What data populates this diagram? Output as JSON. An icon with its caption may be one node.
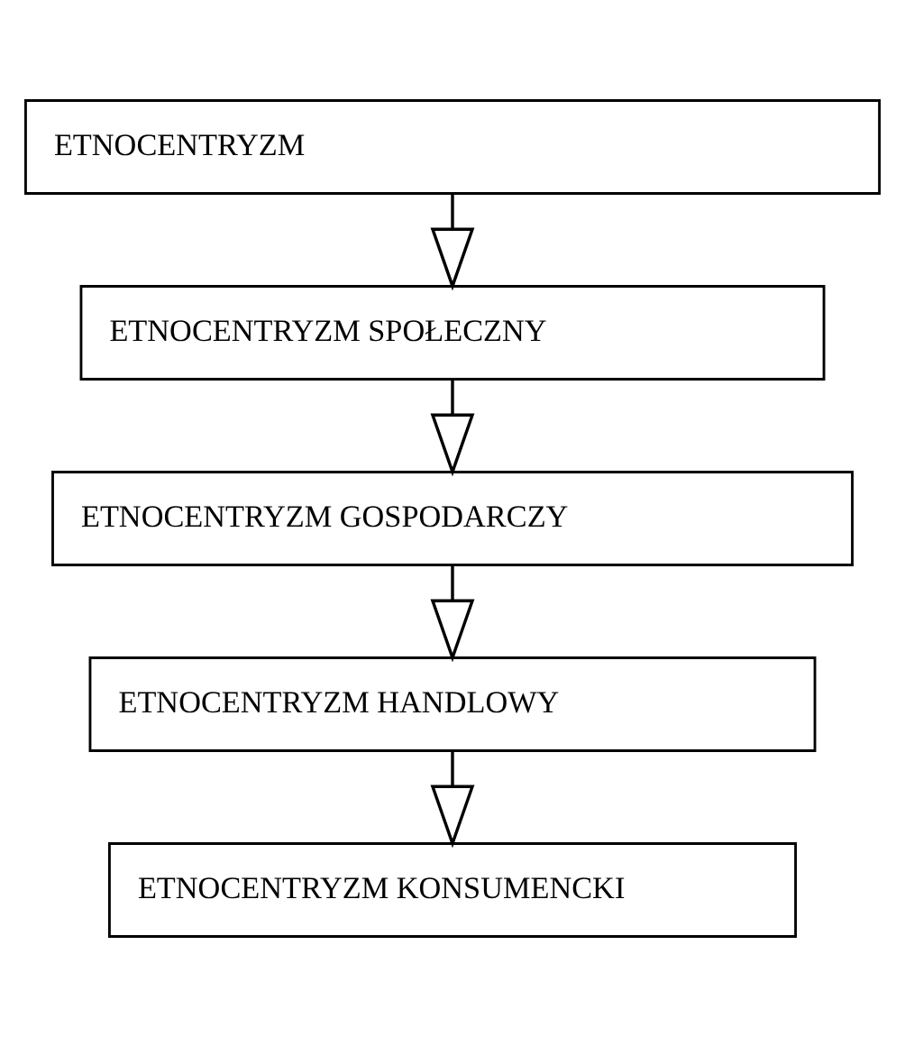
{
  "diagram": {
    "nodes": [
      {
        "text": [
          "ETNOCENTRYZM"
        ]
      },
      {
        "text": [
          "ETNOCENTRYZM SPOŁECZNY"
        ]
      },
      {
        "text": [
          "ETNOCENTRYZM GOSPODARCZY"
        ]
      },
      {
        "text": [
          "ETNOCENTRYZM HANDLOWY"
        ]
      },
      {
        "text": [
          "ETNOCENTRYZM KONSUMENCKI"
        ]
      }
    ],
    "edges": [
      {
        "from": 0,
        "to": 1,
        "arrow": "to"
      },
      {
        "from": 1,
        "to": 2,
        "arrow": "to"
      },
      {
        "from": 2,
        "to": 3,
        "arrow": "to"
      },
      {
        "from": 3,
        "to": 4,
        "arrow": "to"
      }
    ]
  }
}
